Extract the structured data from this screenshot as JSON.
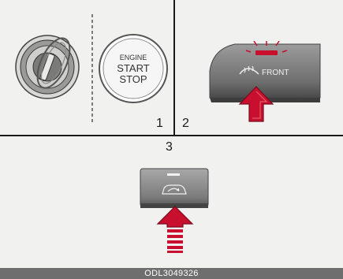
{
  "panels": {
    "panel1": {
      "number": "1",
      "engine_button": {
        "line1": "ENGINE",
        "line2": "START",
        "line3": "STOP"
      }
    },
    "panel2": {
      "number": "2",
      "defrost_button": {
        "label": "FRONT",
        "icon": "front-defrost-icon",
        "indicator_color": "#c8102e"
      }
    },
    "panel3": {
      "number": "3",
      "recirc_button": {
        "icon": "air-recirculation-icon"
      }
    }
  },
  "footer": {
    "code": "ODL3049326"
  },
  "colors": {
    "arrow_red": "#c8102e",
    "divider": "#1a1a1a",
    "background": "#f1f1f0"
  }
}
